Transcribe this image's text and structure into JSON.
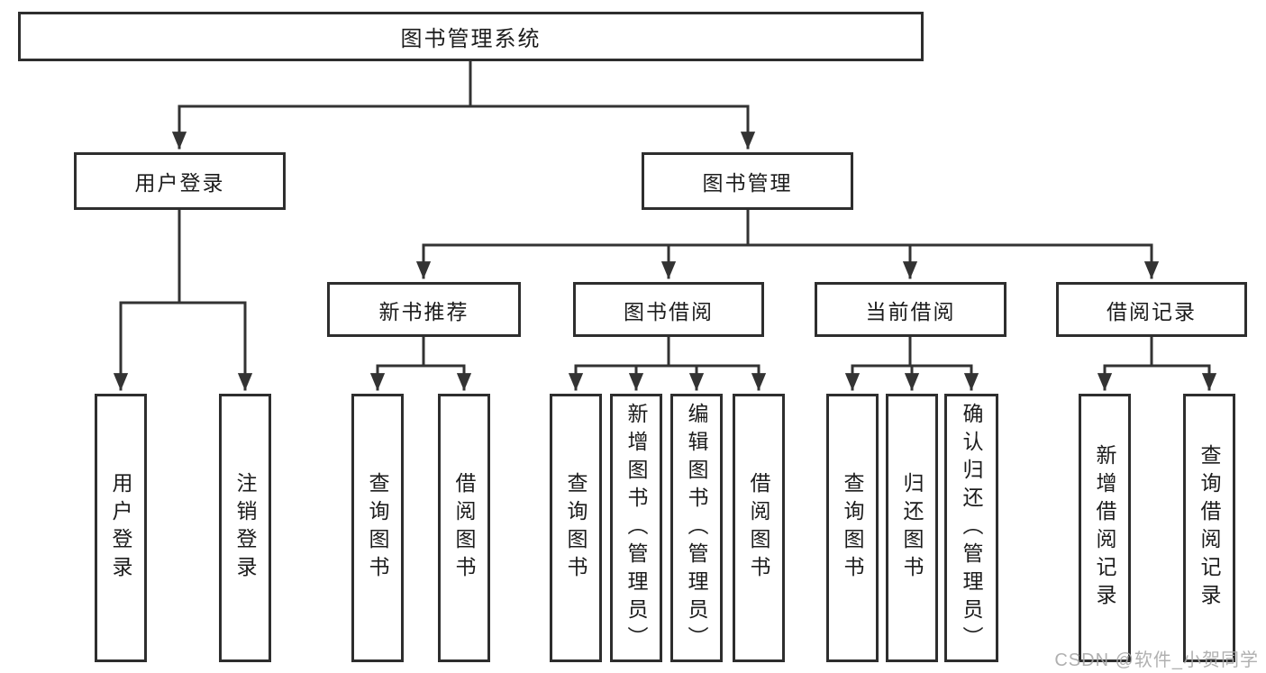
{
  "diagram": {
    "title": "图书管理系统",
    "nodes": {
      "root": "图书管理系统",
      "user_login": "用户登录",
      "book_mgmt": "图书管理",
      "new_book": "新书推荐",
      "book_borrow": "图书借阅",
      "current_borrow": "当前借阅",
      "borrow_record": "借阅记录",
      "leaf_user_login": "用户登录",
      "leaf_logout": "注销登录",
      "leaf_nb_query": "查询图书",
      "leaf_nb_borrow": "借阅图书",
      "leaf_bb_query": "查询图书",
      "leaf_bb_add": "新增图书（管理员）",
      "leaf_bb_edit": "编辑图书（管理员）",
      "leaf_bb_borrow": "借阅图书",
      "leaf_cb_query": "查询图书",
      "leaf_cb_return": "归还图书",
      "leaf_cb_confirm": "确认归还（管理员）",
      "leaf_br_add": "新增借阅记录",
      "leaf_br_query": "查询借阅记录"
    }
  },
  "watermark": "CSDN @软件_小贺同学",
  "colors": {
    "line": "#333333",
    "border": "#2e2e2e",
    "text": "#1c1c1c",
    "watermark": "#a8a8a8",
    "background": "#ffffff"
  }
}
